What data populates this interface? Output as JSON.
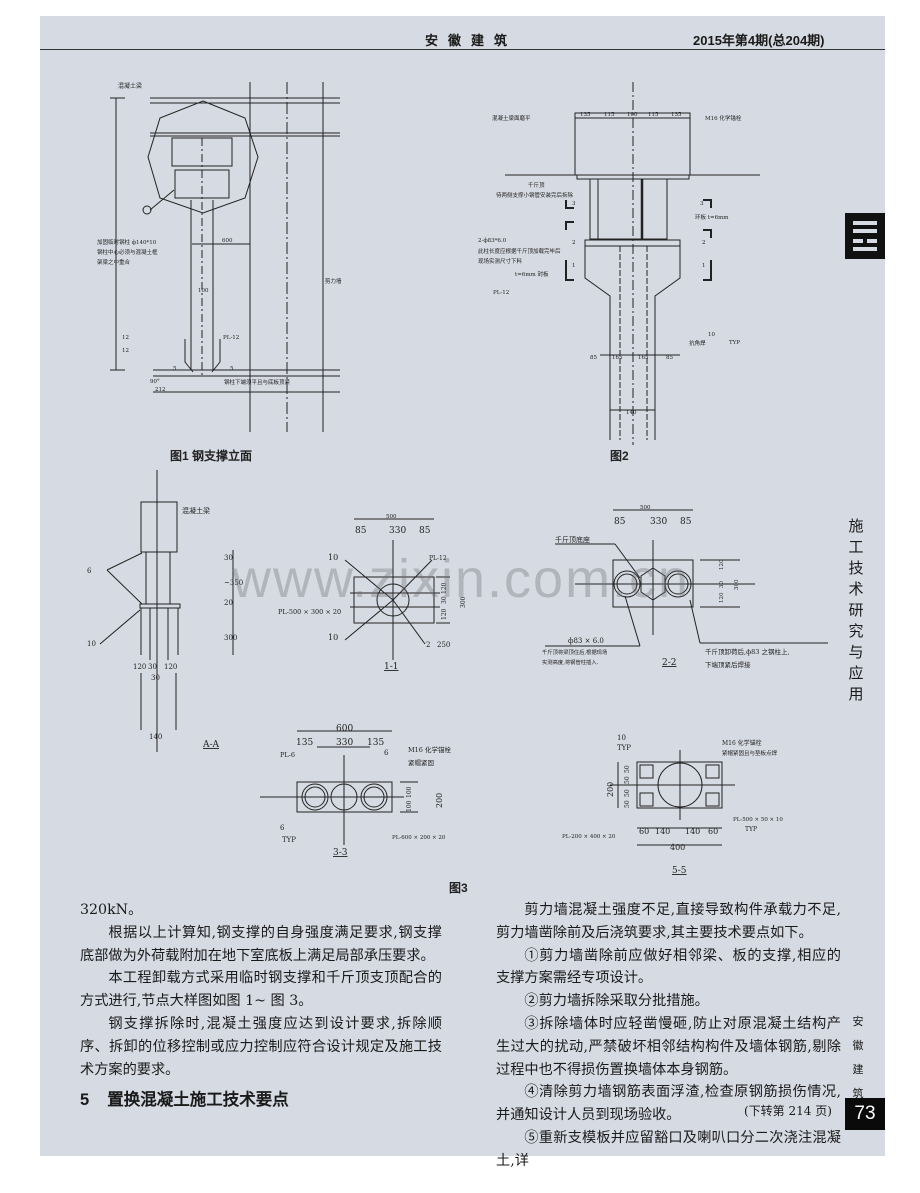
{
  "header": {
    "journal": "安徽建筑",
    "issue": "2015年第4期(总204期)"
  },
  "watermark": "www.zixin.com.cn",
  "fig1": {
    "caption": "图1  钢支撑立面",
    "labels": [
      "混凝土梁",
      "加固临时钢柱 ф140*10",
      "钢柱中心必须与混凝土框",
      "架梁之中重合",
      "600",
      "剪力墙",
      "PL-12",
      "12",
      "12",
      "90°",
      "212",
      "5",
      "5",
      "钢柱下端须平且与底板顶紧",
      "100"
    ]
  },
  "fig2": {
    "caption": "图2",
    "labels": [
      "混凝土梁面磨平",
      "M16 化学锚栓",
      "135",
      "115",
      "100",
      "115",
      "135",
      "千斤顶",
      "待两侧支撑小钢管安装完后拆除",
      "环板 t=6mm",
      "2-ф83*6.0",
      "此柱长度应根据千斤顶加载完毕后",
      "现场实测尺寸下料",
      "t=6mm 封板",
      "PL-12",
      "抗角焊",
      "10",
      "TYP",
      "85",
      "165",
      "165",
      "85",
      "140",
      "3",
      "3",
      "2",
      "2",
      "1",
      "1"
    ]
  },
  "fig3": {
    "caption": "图3",
    "aa": {
      "title": "A-A",
      "labels": [
        "混凝土梁",
        "6",
        "10",
        "30",
        "~350",
        "20",
        "300",
        "120",
        "30",
        "120",
        "30",
        "140"
      ]
    },
    "s11": {
      "title": "1-1",
      "labels": [
        "500",
        "85",
        "330",
        "85",
        "10",
        "PL-12",
        "PL-500 × 300 × 20",
        "10",
        "2",
        "250",
        "120",
        "30",
        "120",
        "300"
      ]
    },
    "s22": {
      "title": "2-2",
      "labels": [
        "500",
        "85",
        "330",
        "85",
        "千斤顶底座",
        "ф83 × 6.0",
        "千斤顶将梁顶住后,根据现场",
        "实测高度,将钢管柱插入.",
        "千斤顶卸荷后,ф83 之钢柱上,",
        "下端顶紧后焊接",
        "120",
        "30",
        "120",
        "300"
      ]
    },
    "s33": {
      "title": "3-3",
      "labels": [
        "600",
        "135",
        "330",
        "135",
        "PL-6",
        "M16 化学锚栓",
        "紧帽紧固",
        "6",
        "TYP",
        "PL-600 × 200 × 20",
        "100",
        "100",
        "200",
        "6"
      ]
    },
    "s55": {
      "title": "5-5",
      "labels": [
        "10",
        "TYP",
        "M16 化学锚栓",
        "紧帽紧固且与垫板点焊",
        "200",
        "50",
        "50",
        "50",
        "50",
        "PL-200 × 400 × 20",
        "60",
        "140",
        "140",
        "60",
        "400",
        "PL-500 × 50 × 10",
        "TYP"
      ]
    }
  },
  "left_column": {
    "paragraphs": [
      "320kN。",
      "根据以上计算知,钢支撑的自身强度满足要求,钢支撑底部做为外荷载附加在地下室底板上满足局部承压要求。",
      "本工程卸载方式采用临时钢支撑和千斤顶支顶配合的方式进行,节点大样图如图 1~ 图 3。",
      "钢支撑拆除时,混凝土强度应达到设计要求,拆除顺序、拆卸的位移控制或应力控制应符合设计规定及施工技术方案的要求。"
    ],
    "section_number": "5",
    "section_title": "置换混凝土施工技术要点"
  },
  "right_column": {
    "paragraphs": [
      "剪力墙混凝土强度不足,直接导致构件承载力不足,剪力墙凿除前及后浇筑要求,其主要技术要点如下。",
      "①剪力墙凿除前应做好相邻梁、板的支撑,相应的支撑方案需经专项设计。",
      "②剪力墙拆除采取分批措施。",
      "③拆除墙体时应轻凿慢砸,防止对原混凝土结构产生过大的扰动,严禁破坏相邻结构构件及墙体钢筋,剔除过程中也不得损伤置换墙体本身钢筋。",
      "④清除剪力墙钢筋表面浮渣,检查原钢筋损伤情况,并通知设计人员到现场验收。",
      "⑤重新支模板并应留豁口及喇叭口分二次浇注混凝土,详"
    ],
    "continued": "(下转第 214 页)"
  },
  "sidebar": {
    "column_name": "施工技术研究与应用",
    "journal_vertical": "安徽建筑",
    "page_number": "73"
  }
}
